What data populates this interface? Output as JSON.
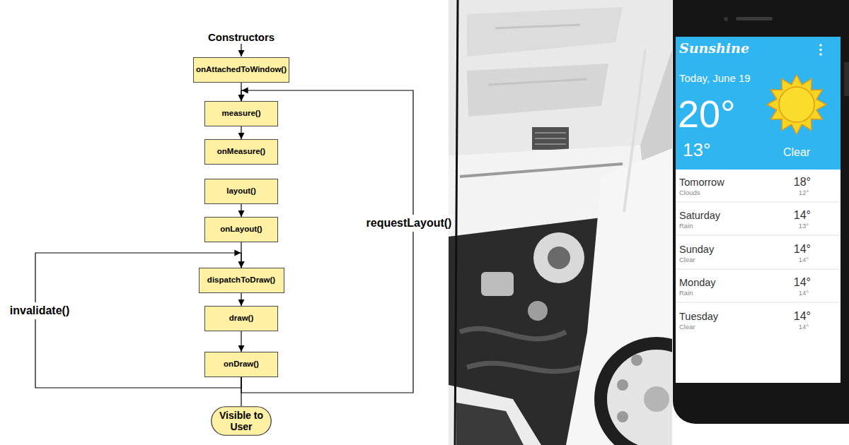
{
  "diagram": {
    "nodes": [
      {
        "text": [
          "onAttachedToWindow()"
        ]
      },
      {
        "text": [
          "measure()"
        ]
      },
      {
        "text": [
          "onMeasure()"
        ]
      },
      {
        "text": [
          "layout()"
        ]
      },
      {
        "text": [
          "onLayout()"
        ]
      },
      {
        "text": [
          "dispatchToDraw()"
        ]
      },
      {
        "text": [
          "draw()"
        ]
      },
      {
        "text": [
          "onDraw()"
        ]
      },
      {
        "text": [
          "Visible to User"
        ]
      }
    ],
    "edges": [
      {
        "from": 0,
        "to": 1,
        "arrow": "to"
      },
      {
        "from": 1,
        "to": 2,
        "arrow": "to"
      },
      {
        "from": 3,
        "to": 4,
        "arrow": "to"
      },
      {
        "from": 4,
        "to": 5,
        "arrow": "to"
      },
      {
        "from": 5,
        "to": 6,
        "arrow": "to"
      },
      {
        "from": 6,
        "to": 7,
        "arrow": "to"
      },
      {
        "from": 7,
        "to": 8,
        "arrow": "none"
      },
      {
        "from": 7,
        "to": 5,
        "label": "invalidate()",
        "arrow": "to"
      },
      {
        "from": 7,
        "to": 1,
        "label": "requestLayout()",
        "arrow": "to"
      }
    ],
    "labels": [
      "Constructors",
      "Sunshine",
      "Today, June 19",
      "20°",
      "13°",
      "Clear",
      "Tomorrow",
      "Clouds",
      "18°",
      "12°",
      "Saturday",
      "Rain",
      "14°",
      "13°",
      "Sunday",
      "Clear",
      "14°",
      "14°",
      "Monday",
      "Rain",
      "14°",
      "14°",
      "Tuesday",
      "Clear",
      "14°",
      "14°"
    ]
  }
}
